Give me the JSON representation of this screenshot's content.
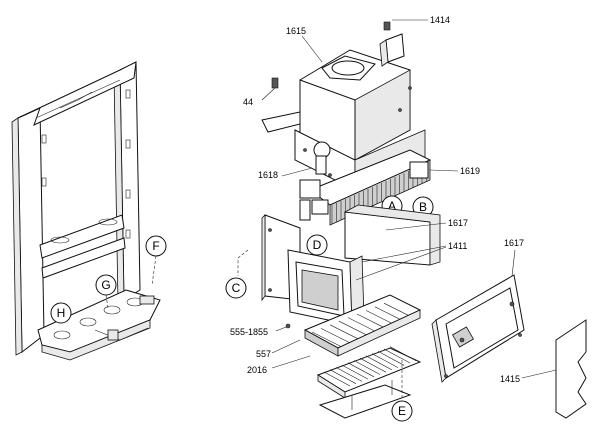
{
  "part_labels": {
    "p1414": "1414",
    "p1615": "1615",
    "p44": "44",
    "p1618": "1618",
    "p1619": "1619",
    "p1617a": "1617",
    "p1411": "1411",
    "p1617b": "1617",
    "p555": "555-1855",
    "p557": "557",
    "p2016": "2016",
    "p1415": "1415"
  },
  "circle_labels": {
    "A": "A",
    "B": "B",
    "C": "C",
    "D": "D",
    "E": "E",
    "F": "F",
    "G": "G",
    "H": "H"
  }
}
